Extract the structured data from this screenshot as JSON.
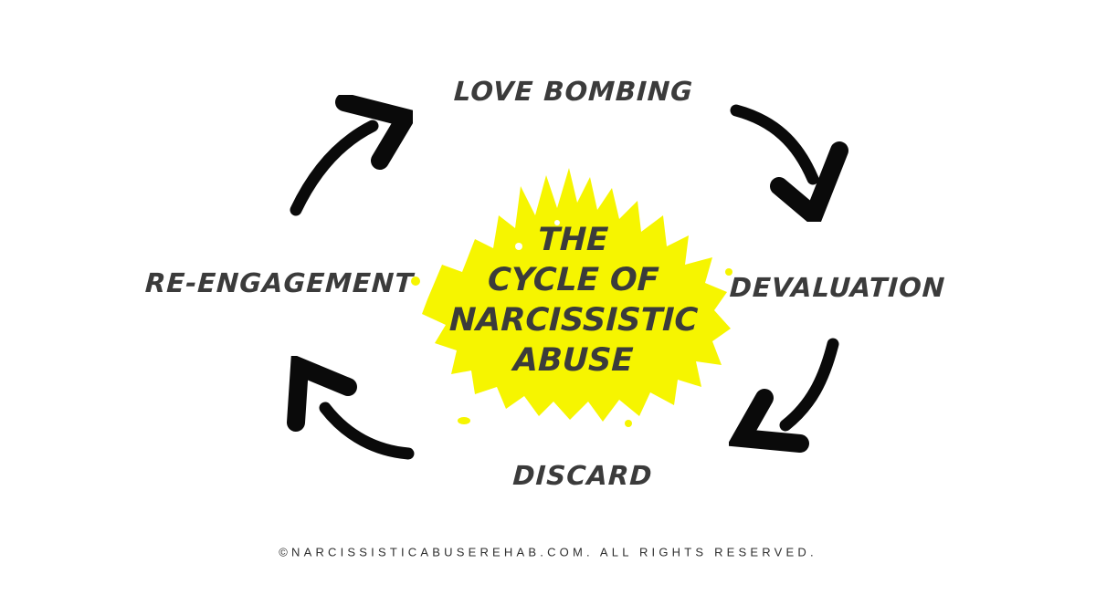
{
  "diagram": {
    "center": {
      "title_lines": [
        "THE",
        "CYCLE OF",
        "NARCISSISTIC",
        "ABUSE"
      ],
      "splash_shape": "paint-splatter"
    },
    "stages": [
      {
        "label": "LOVE BOMBING",
        "position": "top"
      },
      {
        "label": "DEVALUATION",
        "position": "right"
      },
      {
        "label": "DISCARD",
        "position": "bottom"
      },
      {
        "label": "RE-ENGAGEMENT",
        "position": "left"
      }
    ],
    "arrows": [
      {
        "name": "arrow-re-engagement-to-love-bombing",
        "direction": "up-right"
      },
      {
        "name": "arrow-love-bombing-to-devaluation",
        "direction": "down-right"
      },
      {
        "name": "arrow-devaluation-to-discard",
        "direction": "down-left"
      },
      {
        "name": "arrow-discard-to-re-engagement",
        "direction": "up-left"
      }
    ],
    "colors": {
      "splash_yellow": "#F6F500",
      "label_text": "#3B3B3B",
      "arrow_black": "#0A0A0A",
      "background": "#FFFFFF"
    }
  },
  "footer": {
    "copyright": "©NARCISSISTICABUSEREHAB.COM. ALL RIGHTS RESERVED."
  }
}
